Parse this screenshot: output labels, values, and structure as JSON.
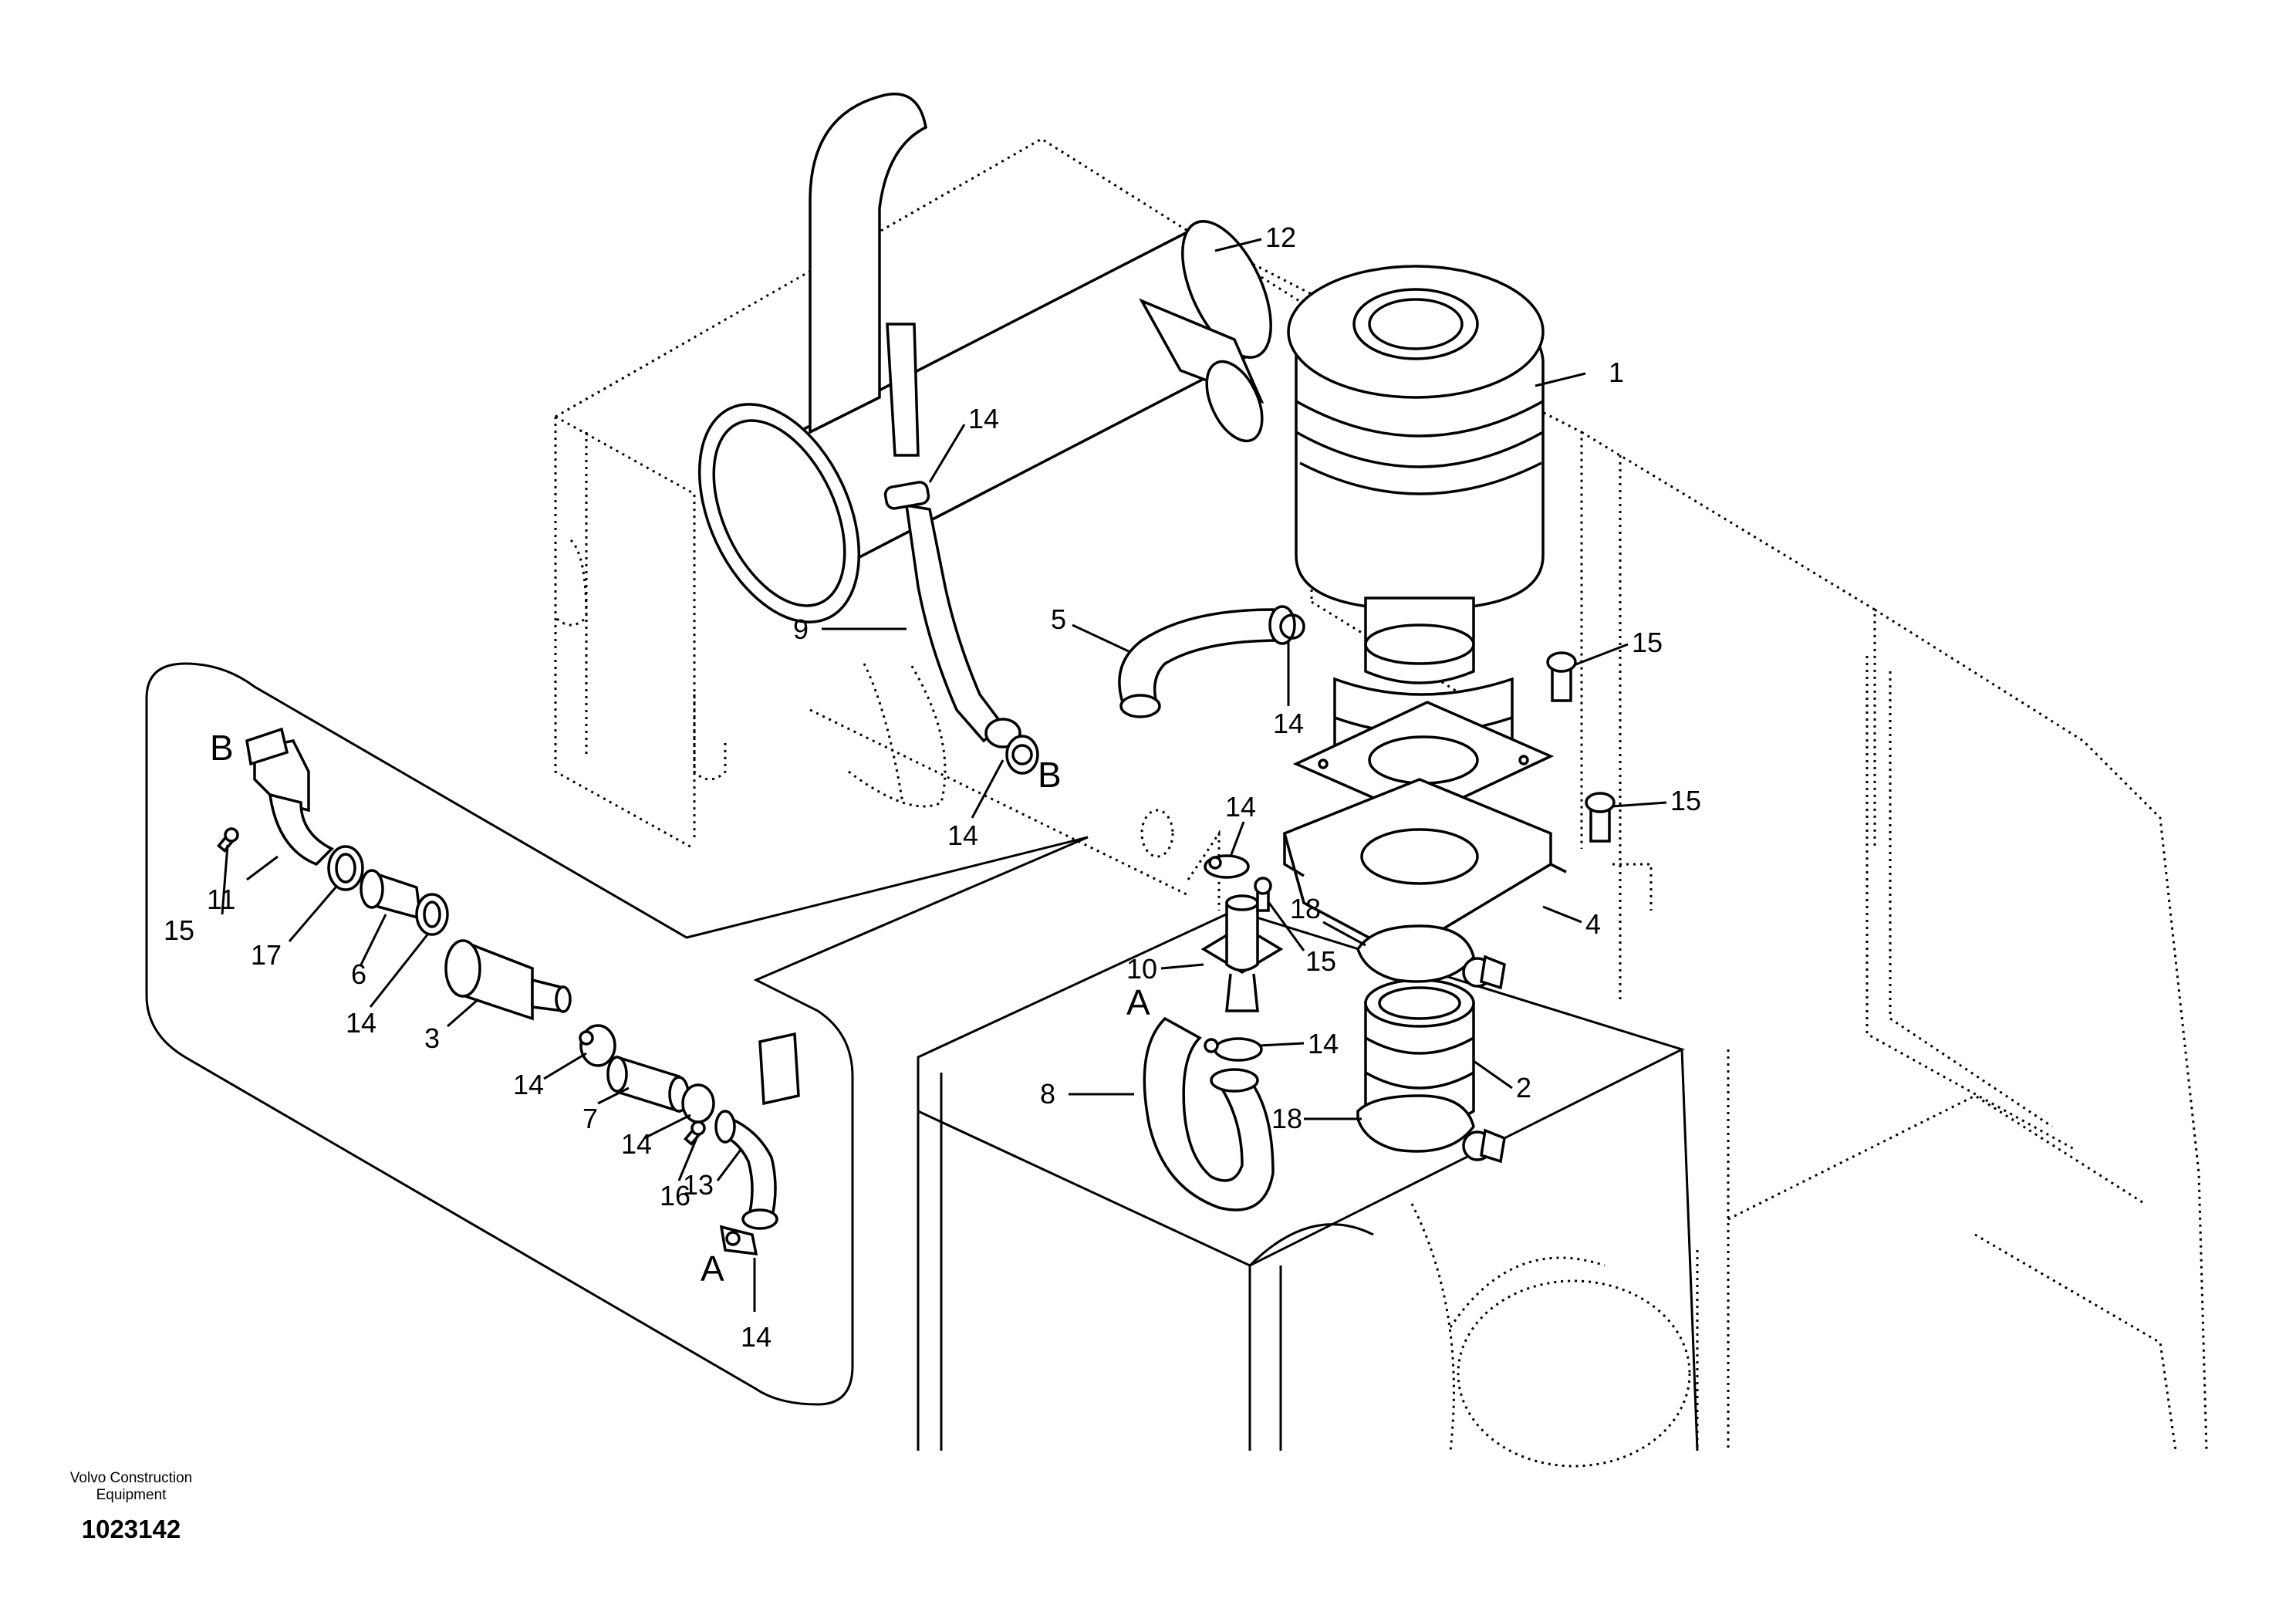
{
  "footer": {
    "brand_line1": "Volvo Construction",
    "brand_line2": "Equipment",
    "drawing_number": "1023142"
  },
  "callouts": {
    "c1": "1",
    "c12": "12",
    "c14_top": "14",
    "c9": "9",
    "c5": "5",
    "c14_mid": "14",
    "c15_a": "15",
    "c15_b": "15",
    "c14_b": "14",
    "c14_c": "14",
    "c18_a": "18",
    "c15_c": "15",
    "c10": "10",
    "c4": "4",
    "c14_d": "14",
    "c2": "2",
    "c8": "8",
    "c18_b": "18",
    "inset_15": "15",
    "inset_11": "11",
    "inset_17": "17",
    "inset_6": "6",
    "inset_14_a": "14",
    "inset_3": "3",
    "inset_14_b": "14",
    "inset_7": "7",
    "inset_14_c": "14",
    "inset_16": "16",
    "inset_13": "13",
    "inset_14_d": "14"
  },
  "connection_letters": {
    "b_main": "B",
    "a_main": "A",
    "b_inset": "B",
    "a_inset": "A"
  }
}
